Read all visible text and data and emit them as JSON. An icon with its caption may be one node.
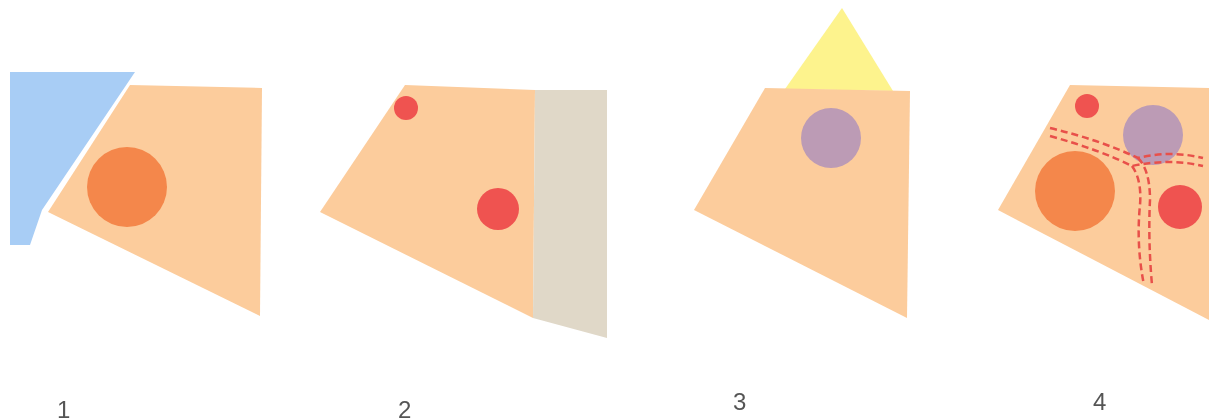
{
  "diagram": {
    "labels": [
      "1",
      "2",
      "3",
      "4"
    ]
  }
}
